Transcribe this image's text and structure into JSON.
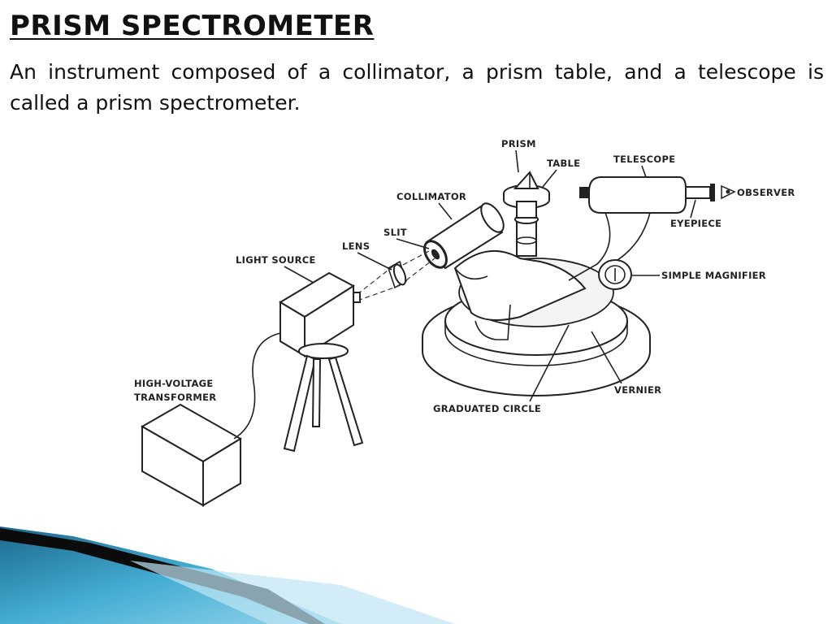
{
  "slide": {
    "title": "PRISM SPECTROMETER",
    "description": "An instrument composed of a collimator, a prism table, and a telescope is called a prism spectrometer."
  },
  "diagram": {
    "labels": {
      "prism": "PRISM",
      "table": "TABLE",
      "telescope": "TELESCOPE",
      "collimator": "COLLIMATOR",
      "observer": "OBSERVER",
      "slit": "SLIT",
      "eyepiece": "EYEPIECE",
      "lens": "LENS",
      "light_source": "LIGHT SOURCE",
      "simple_magnifier": "SIMPLE MAGNIFIER",
      "high_voltage_line1": "HIGH-VOLTAGE",
      "high_voltage_line2": "TRANSFORMER",
      "vernier": "VERNIER",
      "graduated_circle": "GRADUATED CIRCLE"
    }
  },
  "theme": {
    "decoration_colors": [
      "#0f5f86",
      "#3aa8d1",
      "#8fd3ea",
      "#0b0b0b"
    ]
  }
}
